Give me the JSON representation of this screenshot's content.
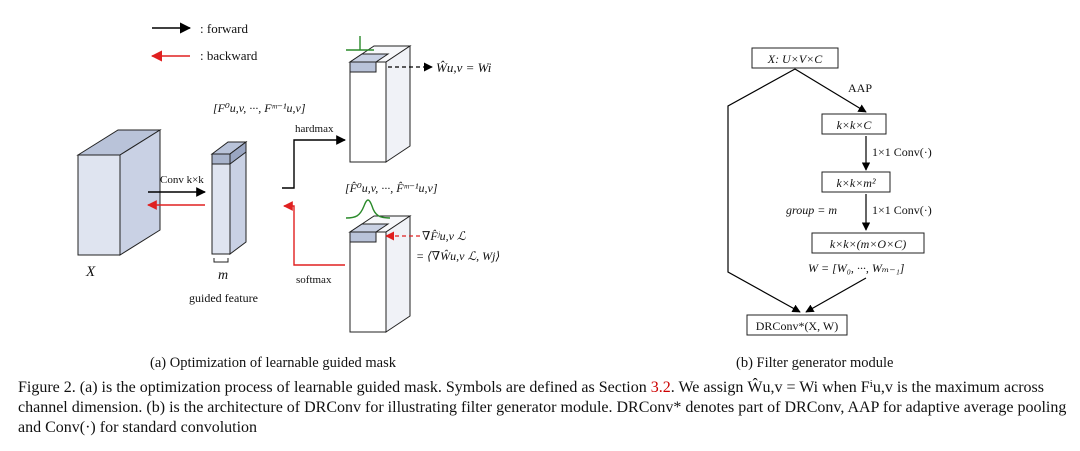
{
  "legend": {
    "forward": ": forward",
    "backward": ": backward"
  },
  "panel_a": {
    "input_label": "X",
    "conv_label": "Conv k×k",
    "channels_label": "m",
    "guided_feature_label": "guided feature",
    "f_set_label": "[F⁰u,v, ···, Fᵐ⁻¹u,v]",
    "f_hat_set_label": "[F̂⁰u,v, ···, F̂ᵐ⁻¹u,v]",
    "hardmax_label": "hardmax",
    "softmax_label": "softmax",
    "w_assign_label": "Ŵu,v = Wi",
    "grad_label_1": "∇F̂ʲu,v ℒ",
    "grad_label_2": "= ⟨∇Ŵu,v ℒ, Wj⟩",
    "caption": "(a)  Optimization of learnable guided mask"
  },
  "panel_b": {
    "input_box": "X: U×V×C",
    "aap_label": "AAP",
    "box1": "k×k×C",
    "conv1_label": "1×1 Conv(·)",
    "box2": "k×k×m²",
    "group_label": "group = m",
    "conv2_label": "1×1 Conv(·)",
    "box3": "k×k×(m×O×C)",
    "w_list_label": "W = [W₀, ···, Wₘ₋₁]",
    "output_box": "DRConv*(X, W)",
    "caption": "(b)  Filter generator module"
  },
  "figure_caption": {
    "part1": "Figure 2. (a) is the optimization process of learnable guided mask. Symbols are defined as Section ",
    "section_ref": "3.2",
    "part2": ". We assign Ŵu,v = Wi when Fⁱu,v is the maximum across channel dimension. (b) is the architecture of DRConv for illustrating filter generator module. DRConv* denotes part of DRConv, AAP for adaptive average pooling and Conv(·) for standard convolution"
  },
  "colors": {
    "forward_arrow": "#000000",
    "backward_arrow": "#e02020",
    "cube_front": "#dfe4f0",
    "cube_top": "#b9c3d9",
    "cube_side": "#c9d1e4"
  }
}
